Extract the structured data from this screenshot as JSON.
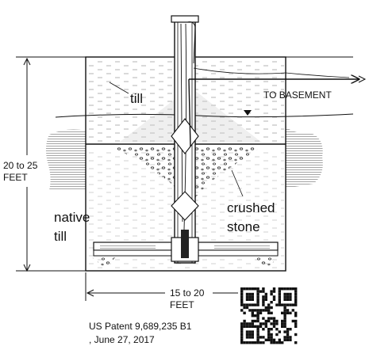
{
  "labels": {
    "till": "till",
    "to_basement": "TO BASEMENT",
    "depth_value": "20 to 25",
    "depth_unit": "FEET",
    "native_line1": "native",
    "native_line2": "till",
    "crushed_line1": "crushed",
    "crushed_line2": "stone",
    "width_value": "15 to 20",
    "width_unit": "FEET",
    "patent_line1": "US Patent 9,689,235 B1",
    "patent_line2": ", June 27, 2017"
  },
  "colors": {
    "ink": "#111111",
    "hatch": "#777777",
    "speckle": "#c8c8c8",
    "background": "#ffffff"
  },
  "icons": {
    "qr": "qr-code-icon",
    "water_table": "water-table-triangle-icon",
    "arrow": "arrow-right-icon"
  }
}
